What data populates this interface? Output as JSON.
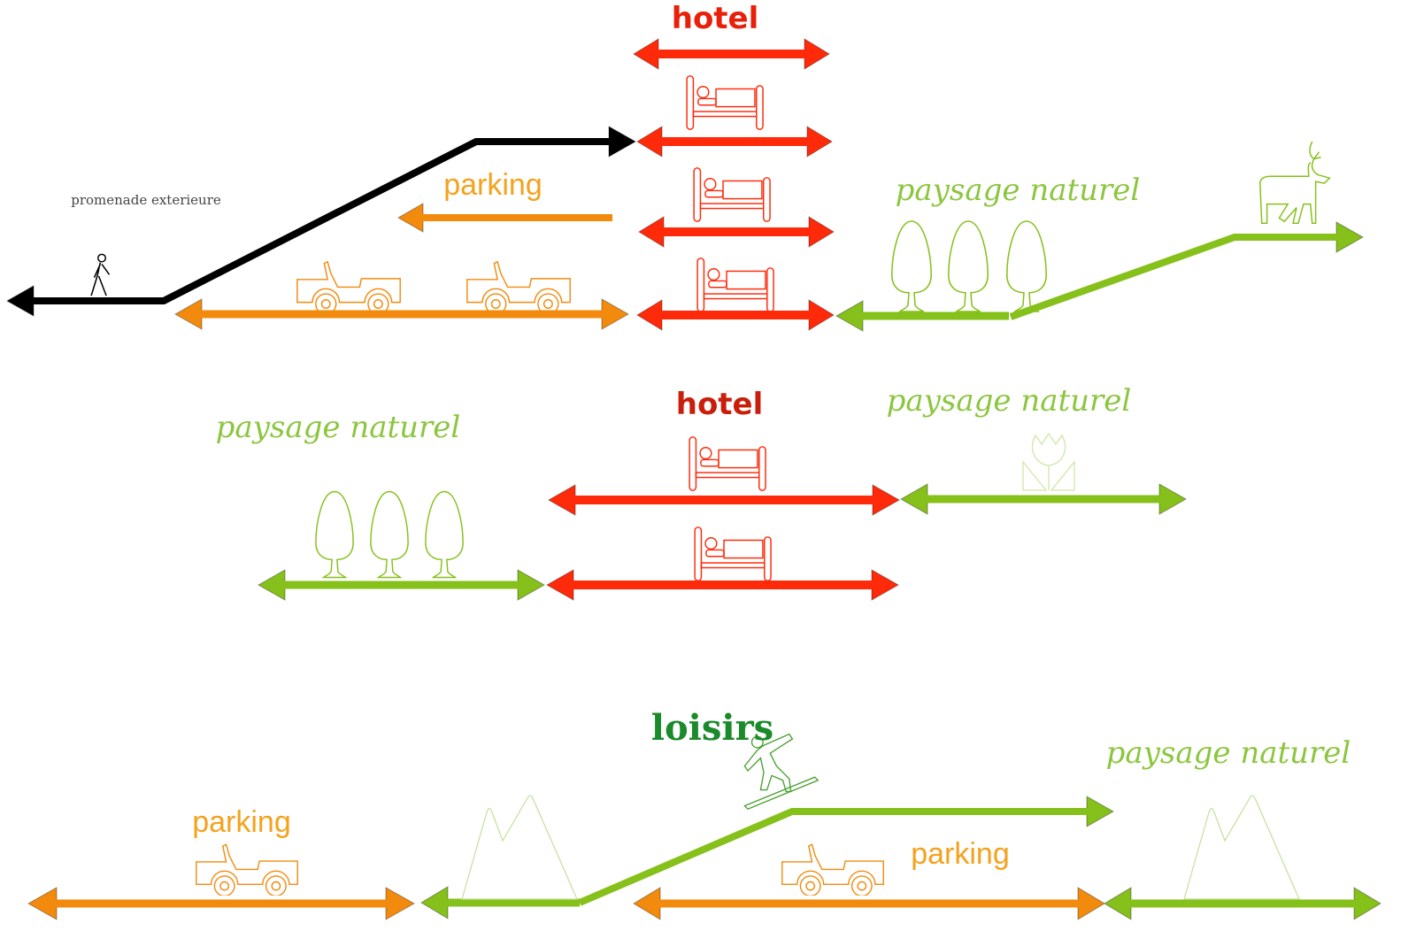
{
  "colors": {
    "hotel": "#ff2a0a",
    "parking": "#f28a0e",
    "nature": "#86c01a",
    "nature_text": "#8cc63f",
    "loisirs": "#1a8a2a",
    "path": "#000000",
    "promenade_text": "#333333"
  },
  "labels": {
    "top_hotel": "hotel",
    "top_parking": "parking",
    "top_nature": "paysage naturel",
    "promenade": "promenade exterieure",
    "mid_hotel": "hotel",
    "mid_nature_left": "paysage naturel",
    "mid_nature_right": "paysage naturel",
    "bot_loisirs": "loisirs",
    "bot_parking_left": "parking",
    "bot_parking_right": "parking",
    "bot_nature": "paysage naturel"
  },
  "icons": {
    "bed": "bed-icon",
    "jeep": "jeep-icon",
    "tree": "tree-icon",
    "deer": "deer-icon",
    "tulip": "tulip-icon",
    "mountain": "mountain-icon",
    "walker": "pedestrian-icon",
    "snowboarder": "snowboarder-icon"
  }
}
